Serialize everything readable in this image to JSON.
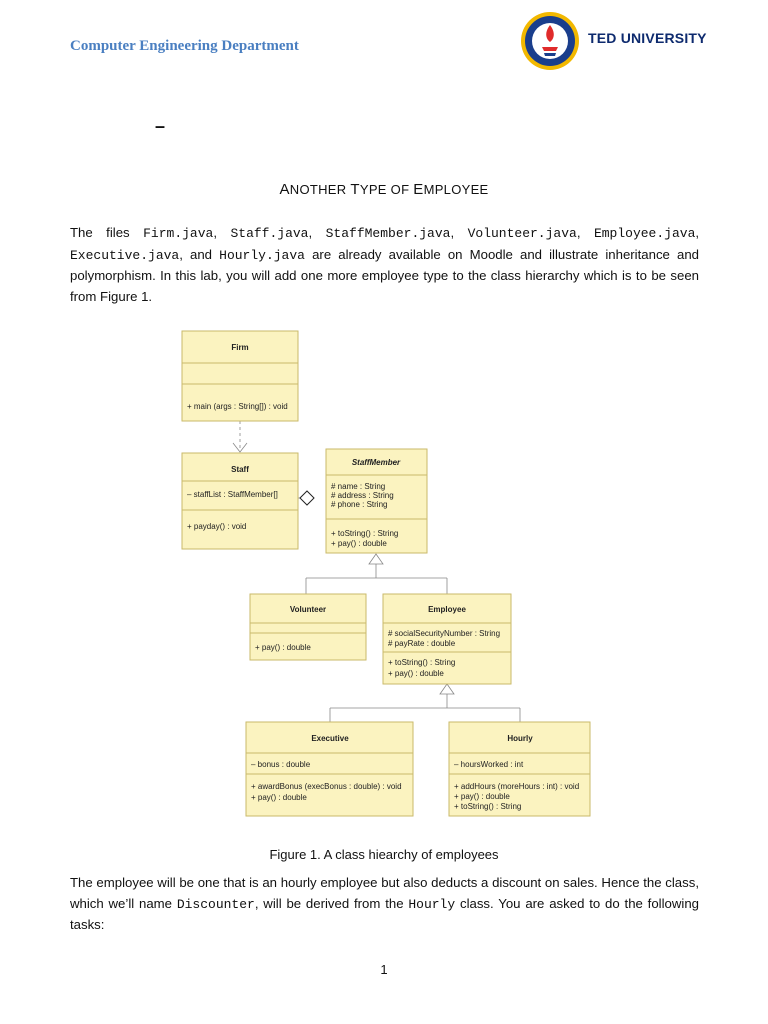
{
  "header": {
    "department": "Computer Engineering Department",
    "university": "TED UNIVERSITY"
  },
  "dash": "–",
  "title": {
    "p1": "A",
    "p2": "NOTHER ",
    "p3": "T",
    "p4": "YPE OF ",
    "p5": "E",
    "p6": "MPLOYEE"
  },
  "intro": {
    "t1": "The files ",
    "c1": "Firm.java",
    "t2": ", ",
    "c2": "Staff.java",
    "t3": ", ",
    "c3": "StaffMember.java",
    "t4": ", ",
    "c4": "Volunteer.java",
    "t5": ", ",
    "c5": "Employee.java",
    "t6": ", ",
    "c6": "Executive.java",
    "t7": ", and ",
    "c7": "Hourly.java",
    "t8": " are already available on Moodle and illustrate inheritance and polymorphism. In this lab, you will add one more employee type to the class hierarchy which is to be seen from Figure 1."
  },
  "diagram": {
    "firm": {
      "name": "Firm",
      "m1": "+ main (args : String[]) : void"
    },
    "staff": {
      "name": "Staff",
      "a1": "– staffList : StaffMember[]",
      "m1": "+ payday() : void"
    },
    "staffmember": {
      "name": "StaffMember",
      "a1": "# name : String",
      "a2": "# address : String",
      "a3": "# phone : String",
      "m1": "+ toString() : String",
      "m2": "+ pay() : double"
    },
    "volunteer": {
      "name": "Volunteer",
      "m1": "+ pay() : double"
    },
    "employee": {
      "name": "Employee",
      "a1": "# socialSecurityNumber : String",
      "a2": "# payRate : double",
      "m1": "+ toString() : String",
      "m2": "+ pay() : double"
    },
    "executive": {
      "name": "Executive",
      "a1": "– bonus : double",
      "m1": "+ awardBonus (execBonus : double) : void",
      "m2": "+ pay() : double"
    },
    "hourly": {
      "name": "Hourly",
      "a1": "– hoursWorked : int",
      "m1": "+ addHours (moreHours : int) : void",
      "m2": "+ pay() : double",
      "m3": "+ toString() : String"
    },
    "box_fill": "#fbf3c0",
    "box_stroke": "#c9b96a"
  },
  "caption": "Figure 1. A class hiearchy of employees",
  "para2": {
    "t1": "The employee will be one that is an hourly employee but also deducts a discount on sales. Hence the class, which we’ll name ",
    "c1": "Discounter",
    "t2": ", will be derived from the ",
    "c2": "Hourly",
    "t3": " class. You are asked to do the following tasks:"
  },
  "page_number": "1"
}
